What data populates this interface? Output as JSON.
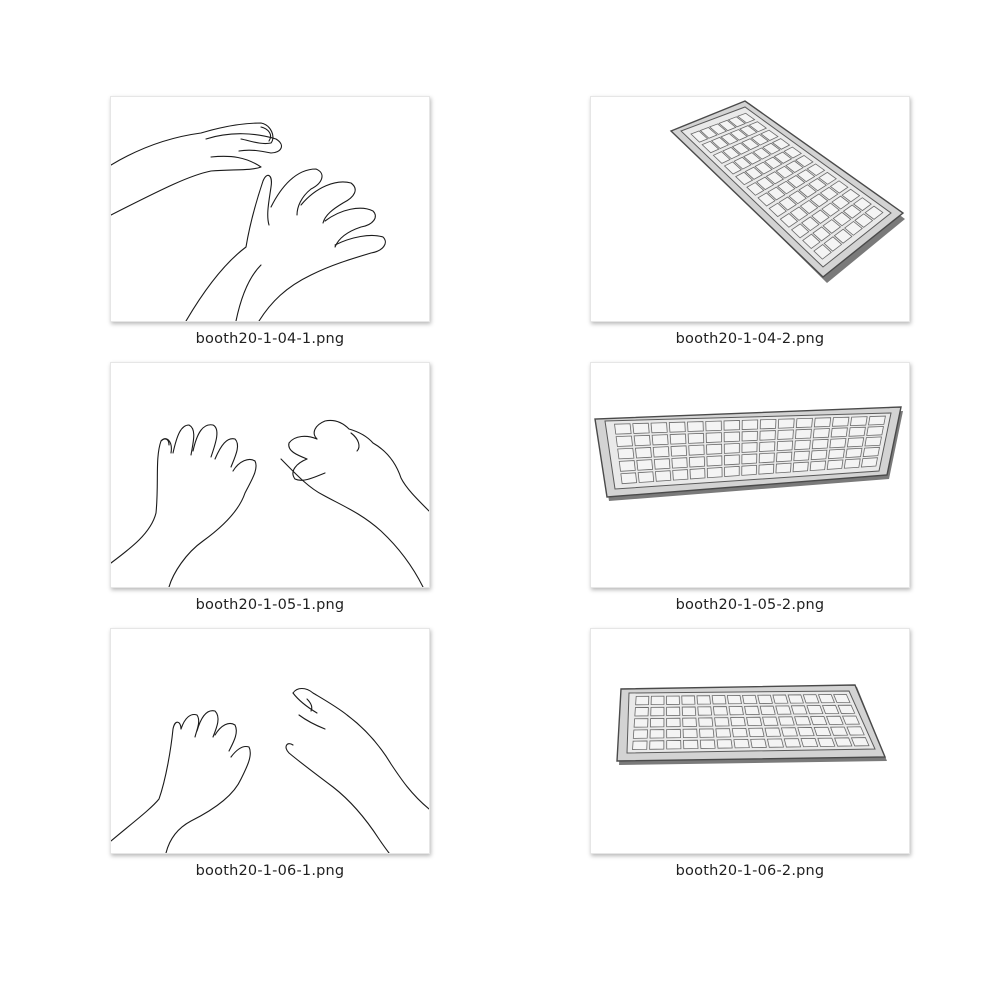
{
  "files": [
    {
      "name": "booth20-1-04-1.png",
      "icon": "hands-drawing-thumbnail"
    },
    {
      "name": "booth20-1-04-2.png",
      "icon": "keyboard-render-thumbnail"
    },
    {
      "name": "booth20-1-05-1.png",
      "icon": "hands-drawing-thumbnail"
    },
    {
      "name": "booth20-1-05-2.png",
      "icon": "keyboard-render-thumbnail"
    },
    {
      "name": "booth20-1-06-1.png",
      "icon": "hands-drawing-thumbnail"
    },
    {
      "name": "booth20-1-06-2.png",
      "icon": "keyboard-render-thumbnail"
    }
  ]
}
